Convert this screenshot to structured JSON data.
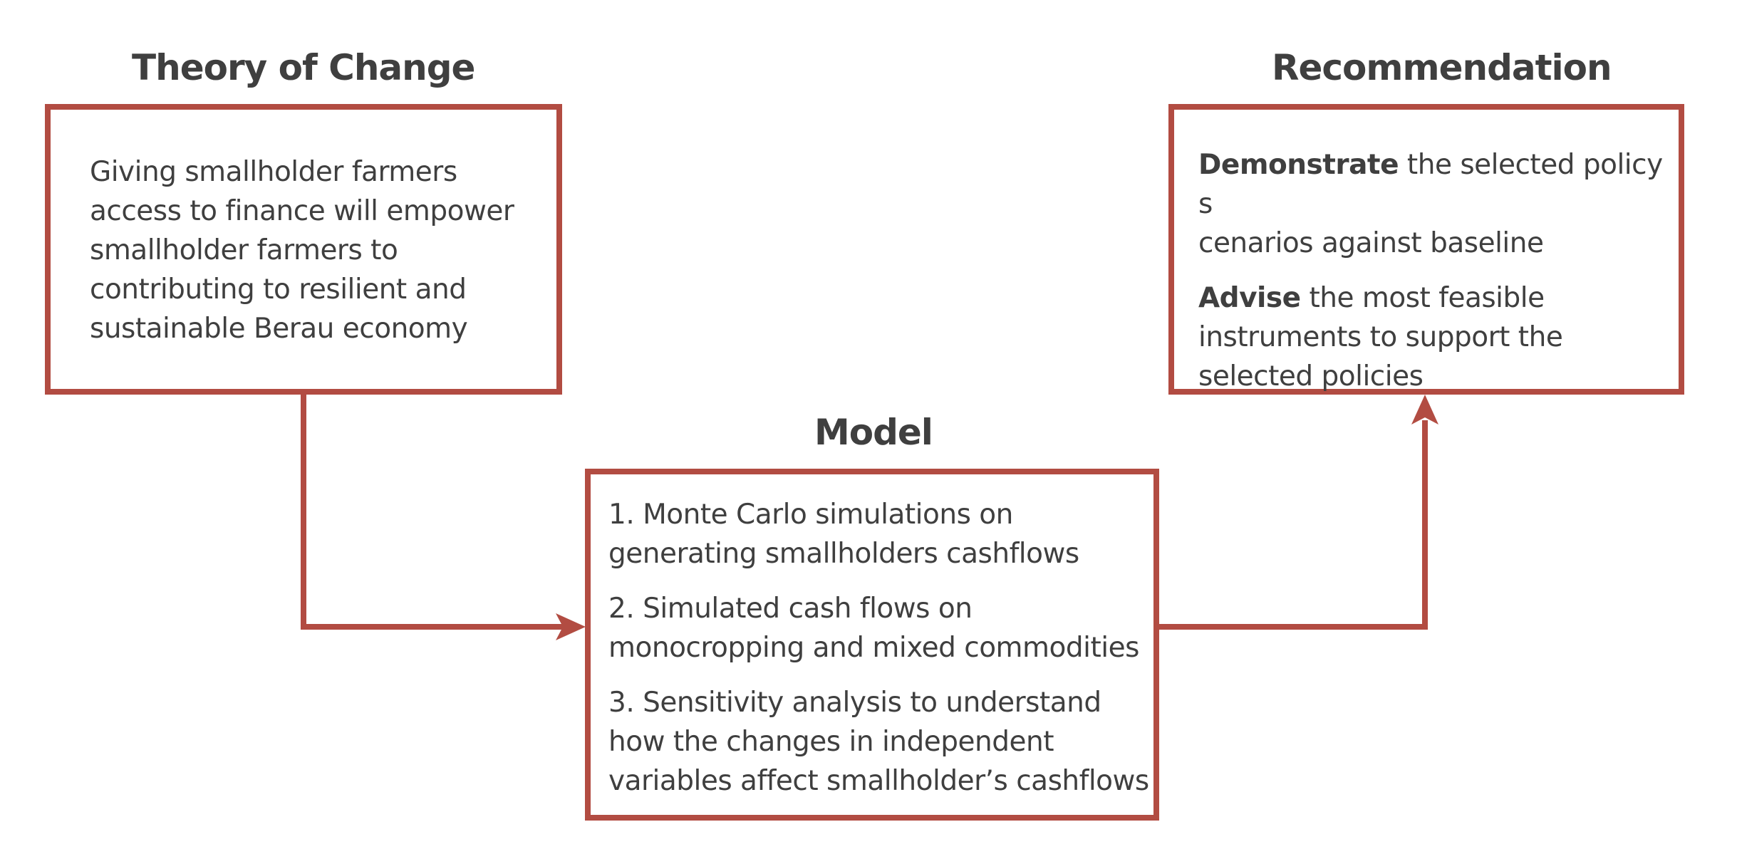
{
  "colors": {
    "accent": "#b24c42",
    "text": "#3f3f3f",
    "background": "#ffffff"
  },
  "theory_of_change": {
    "title": "Theory of Change",
    "lines": [
      "Giving smallholder farmers",
      "access to finance will empower",
      "smallholder farmers to",
      "contributing to resilient and",
      "sustainable Berau economy"
    ]
  },
  "model": {
    "title": "Model",
    "items": [
      {
        "lines": [
          "1. Monte Carlo simulations on",
          "generating smallholders cashflows"
        ]
      },
      {
        "lines": [
          "2. Simulated cash flows on",
          "monocropping and mixed commodities"
        ]
      },
      {
        "lines": [
          "3. Sensitivity analysis to understand",
          "how the changes in independent",
          "variables affect smallholder’s cashflows"
        ]
      }
    ]
  },
  "recommendation": {
    "title": "Recommendation",
    "items": [
      {
        "bold": "Demonstrate",
        "first_line_rest": " the selected policy s",
        "more_lines": [
          "cenarios against baseline"
        ]
      },
      {
        "bold": "Advise",
        "first_line_rest": " the most feasible",
        "more_lines": [
          "instruments to support the",
          "selected policies"
        ]
      }
    ]
  }
}
